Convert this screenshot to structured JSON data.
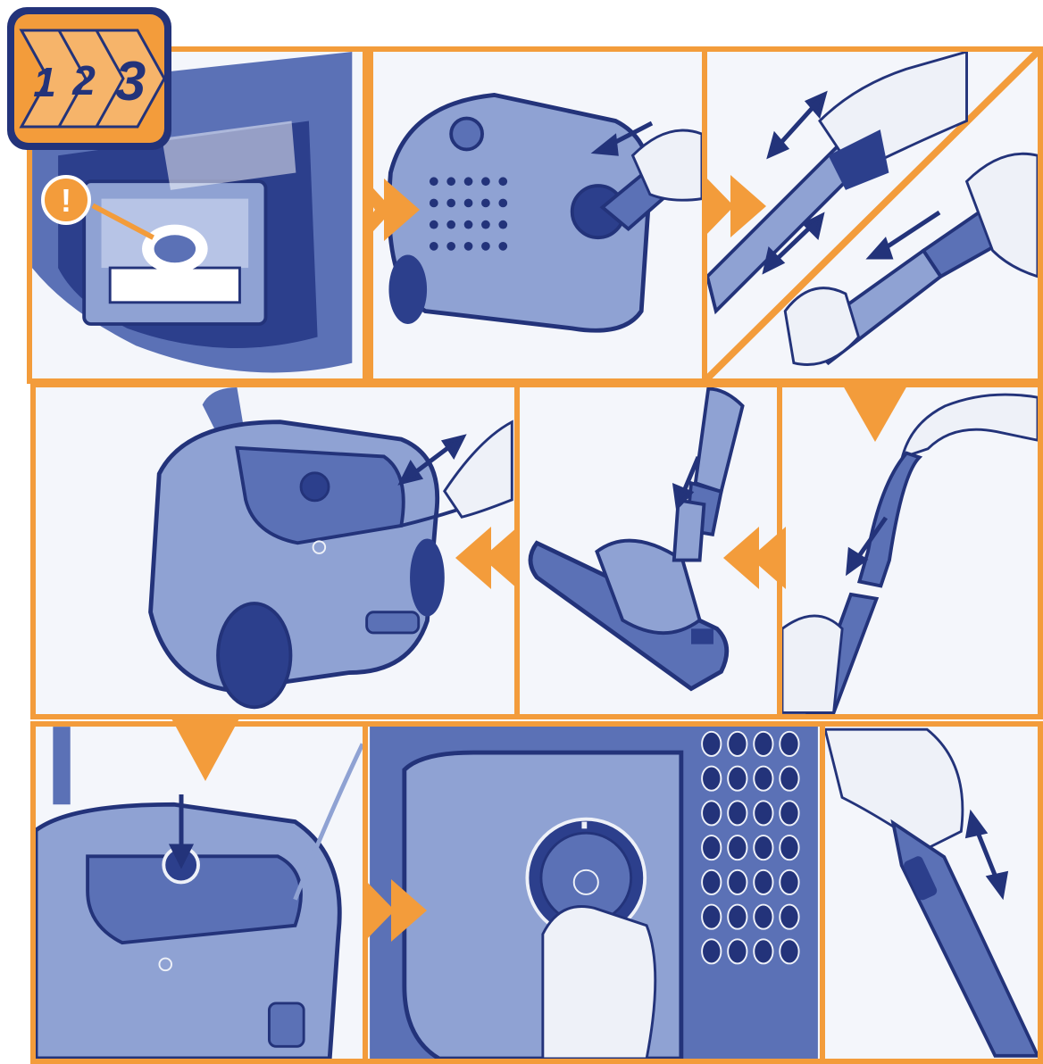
{
  "badge": {
    "steps": [
      "1",
      "2",
      "3"
    ]
  },
  "warning": {
    "symbol": "!"
  },
  "panels": [
    {
      "id": "bag-check",
      "icon": "dust-bag-icon"
    },
    {
      "id": "hose-insert",
      "icon": "hose-connection-icon"
    },
    {
      "id": "tube-assembly",
      "icon": "telescopic-tube-icon"
    },
    {
      "id": "cord-plug",
      "icon": "power-cord-icon"
    },
    {
      "id": "nozzle-attach",
      "icon": "floor-nozzle-icon"
    },
    {
      "id": "tube-to-hose",
      "icon": "hose-handle-icon"
    },
    {
      "id": "power-button",
      "icon": "power-button-icon"
    },
    {
      "id": "power-dial",
      "icon": "power-dial-icon"
    },
    {
      "id": "slide-control",
      "icon": "suction-slider-icon"
    }
  ],
  "colors": {
    "frame": "#f39c3b",
    "ink": "#23337a",
    "body_light": "#8fa2d3",
    "body_mid": "#5b71b6",
    "body_dark": "#2c3f8c",
    "background": "#f4f6fb"
  }
}
